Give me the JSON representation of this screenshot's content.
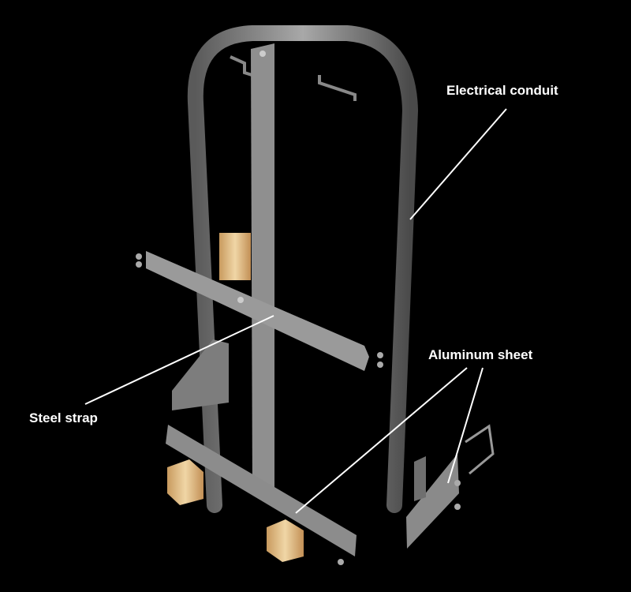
{
  "labels": {
    "conduit": "Electrical conduit",
    "aluminum": "Aluminum sheet",
    "strap": "Steel strap"
  },
  "colors": {
    "background": "#000000",
    "metal": "#8a8a8a",
    "wood": "#d9b98a",
    "label": "#ffffff"
  }
}
